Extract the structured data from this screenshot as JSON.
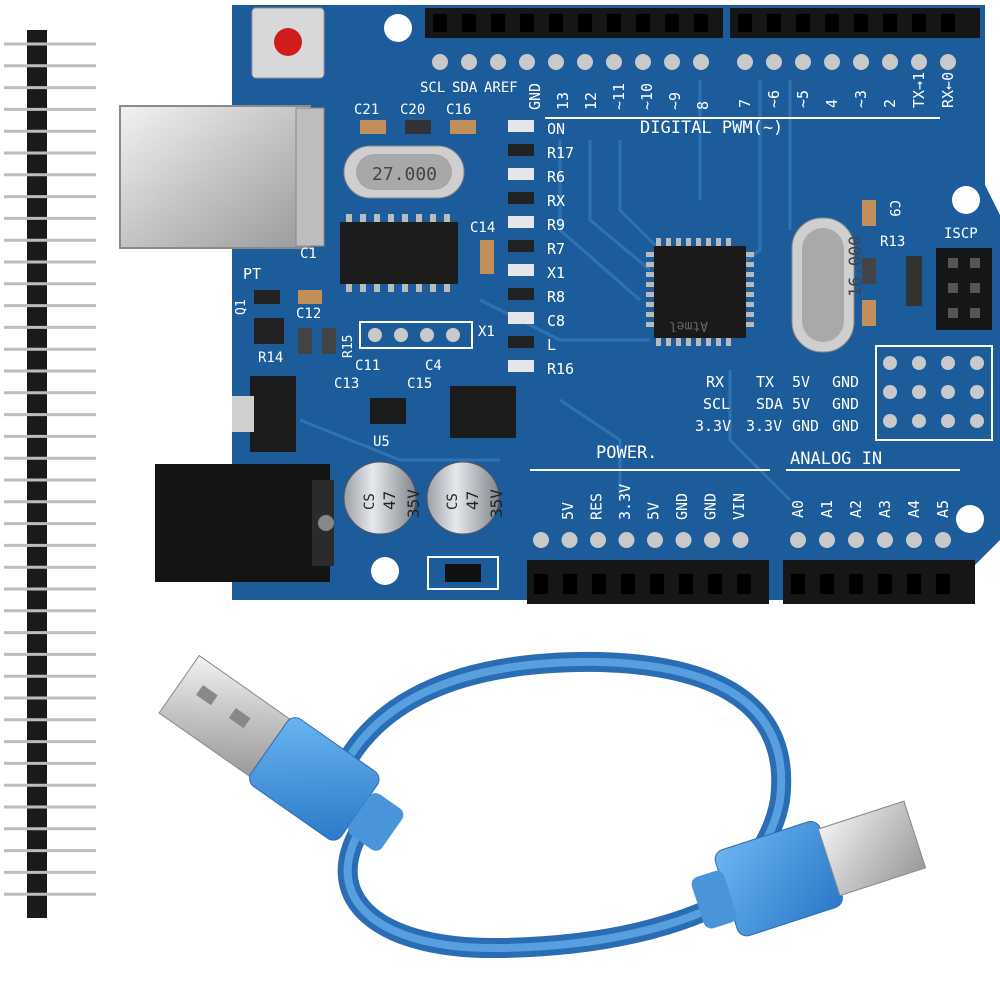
{
  "colors": {
    "pcb": "#1d5c9b",
    "pcb_dark": "#154a80",
    "trace": "#2f73b3",
    "header": "#161616",
    "pin": "#c9c9c9",
    "cable": "#3f8fd8",
    "cable_dark": "#2a6db5",
    "plug_metal": "#d7d7d7",
    "reset_red": "#d11c1c"
  },
  "board": {
    "top_labels": [
      "SCL",
      "SDA",
      "AREF",
      "GND",
      "13",
      "12",
      "~11",
      "~10",
      "~9",
      "8"
    ],
    "top_labels_right": [
      "7",
      "~6",
      "~5",
      "4",
      "~3",
      "2",
      "TX→1",
      "RX←0"
    ],
    "digital_label": "DIGITAL PWM(~)",
    "cap_labels": [
      "C21",
      "C20",
      "C16"
    ],
    "crystal_main": "27.000",
    "crystal_mcu": "16.000",
    "pt_label": "PT",
    "left_labels": {
      "c1": "C1",
      "q1": "Q1",
      "c12": "C12",
      "r14": "R14",
      "r15": "R15",
      "c11": "C11",
      "c4": "C4",
      "c13": "C13",
      "c15": "C15",
      "u5": "U5",
      "c14": "C14",
      "x1": "X1"
    },
    "led_labels": [
      "ON",
      "R17",
      "R6",
      "RX",
      "R9",
      "R7",
      "X1",
      "R8",
      "C8",
      "L",
      "R16"
    ],
    "right_labels": {
      "r13": "R13",
      "c9": "C9",
      "icsp": "ISCP"
    },
    "mcu_brand": "Atmel",
    "bottom_grid": [
      [
        "RX",
        "TX",
        "5V",
        "GND"
      ],
      [
        "SCL",
        "SDA",
        "5V",
        "GND"
      ],
      [
        "3.3V",
        "3.3V",
        "GND",
        "GND"
      ]
    ],
    "power_title": "POWER.",
    "power_pins": [
      "5V",
      "RES",
      "3.3V",
      "5V",
      "GND",
      "GND",
      "VIN"
    ],
    "analog_title": "ANALOG IN",
    "analog_pins": [
      "A0",
      "A1",
      "A2",
      "A3",
      "A4",
      "A5"
    ],
    "cap_text": {
      "brand": "CS",
      "value": "47",
      "voltage": "35V"
    }
  },
  "pin_header": {
    "pin_count": 40
  }
}
